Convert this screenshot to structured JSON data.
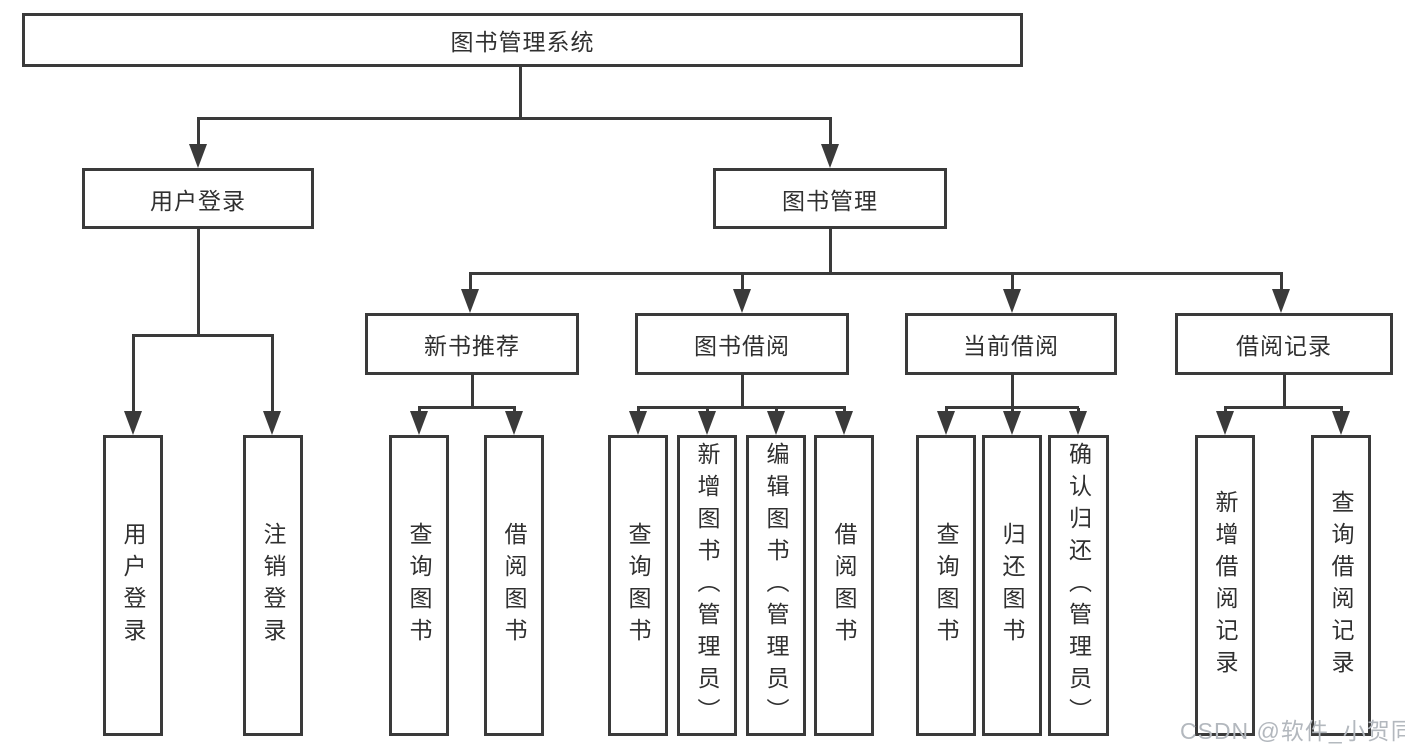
{
  "diagram": {
    "root": {
      "label": "图书管理系统"
    },
    "level1": [
      {
        "id": "user-login",
        "label": "用户登录"
      },
      {
        "id": "book-management",
        "label": "图书管理"
      }
    ],
    "level2": [
      {
        "id": "new-book-recommendation",
        "label": "新书推荐"
      },
      {
        "id": "book-borrowing",
        "label": "图书借阅"
      },
      {
        "id": "current-borrowing",
        "label": "当前借阅"
      },
      {
        "id": "borrowing-records",
        "label": "借阅记录"
      }
    ],
    "leaves": {
      "user_login": [
        "用户登录",
        "注销登录"
      ],
      "new_book_recommendation": [
        "查询图书",
        "借阅图书"
      ],
      "book_borrowing": [
        "查询图书",
        "新增图书（管理员）",
        "编辑图书（管理员）",
        "借阅图书"
      ],
      "current_borrowing": [
        "查询图书",
        "归还图书",
        "确认归还（管理员）"
      ],
      "borrowing_records": [
        "新增借阅记录",
        "查询借阅记录"
      ]
    },
    "watermark": "CSDN @软件_小贺同学",
    "colors": {
      "line": "#3a3a3a",
      "text": "#303030",
      "box_background": "#ffffff",
      "page_background": "#ffffff",
      "watermark": "#b3b8be"
    }
  }
}
